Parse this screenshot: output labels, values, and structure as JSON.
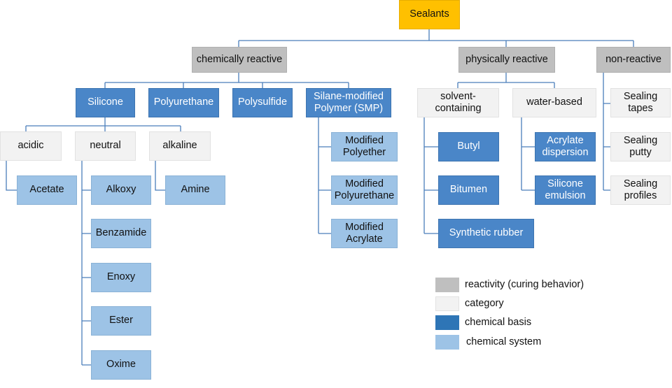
{
  "root": {
    "label": "Sealants"
  },
  "reactivity": {
    "chemically_reactive": "chemically reactive",
    "physically_reactive": "physically reactive",
    "non_reactive": "non-reactive"
  },
  "chemical_bases": {
    "silicone": "Silicone",
    "polyurethane": "Polyurethane",
    "polysulfide": "Polysulfide",
    "smp": "Silane-modified Polymer (SMP)",
    "butyl": "Butyl",
    "bitumen": "Bitumen",
    "synthetic_rubber": "Synthetic rubber"
  },
  "categories": {
    "acidic": "acidic",
    "neutral": "neutral",
    "alkaline": "alkaline",
    "solvent_containing": "solvent-containing",
    "water_based": "water-based",
    "sealing_tapes": "Sealing tapes",
    "sealing_putty": "Sealing putty",
    "sealing_profiles": "Sealing profiles"
  },
  "systems": {
    "acetate": "Acetate",
    "alkoxy": "Alkoxy",
    "benzamide": "Benzamide",
    "enoxy": "Enoxy",
    "ester": "Ester",
    "oxime": "Oxime",
    "amine": "Amine",
    "modified_polyether": "Modified Polyether",
    "modified_polyurethane": "Modified Polyurethane",
    "modified_acrylate": "Modified Acrylate",
    "acrylate_dispersion": "Acrylate dispersion",
    "silicone_emulsion": "Silicone emulsion"
  },
  "legend": [
    {
      "label": "reactivity (curing behavior)",
      "color": "#BFBFBF"
    },
    {
      "label": "category",
      "color": "#F2F2F2"
    },
    {
      "label": "chemical basis",
      "color": "#2E75B6"
    },
    {
      "label": "chemical system",
      "color": "#9DC3E6"
    }
  ],
  "connector_color": "#4A7EBB"
}
